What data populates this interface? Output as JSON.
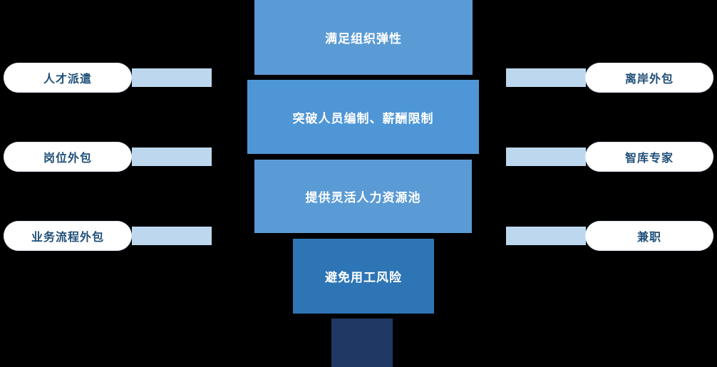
{
  "diagram": {
    "title": "",
    "funnel": [
      {
        "label": "满足组织弹性",
        "color": "#5b9bd5"
      },
      {
        "label": "突破人员编制、薪酬限制",
        "color": "#4f96d6"
      },
      {
        "label": "提供灵活人力资源池",
        "color": "#5b9bd5"
      },
      {
        "label": "避免用工风险",
        "color": "#2e75b6"
      },
      {
        "label": "",
        "color": "#1f3864"
      }
    ],
    "left_items": [
      {
        "label": "人才派遣"
      },
      {
        "label": "岗位外包"
      },
      {
        "label": "业务流程外包"
      }
    ],
    "right_items": [
      {
        "label": "离岸外包"
      },
      {
        "label": "智库专家"
      },
      {
        "label": "兼职"
      }
    ],
    "colors": {
      "background": "#000000",
      "connector": "#bdd7ee",
      "pill_background": "#ffffff",
      "pill_text": "#1f4e79",
      "funnel_text": "#ffffff"
    }
  }
}
